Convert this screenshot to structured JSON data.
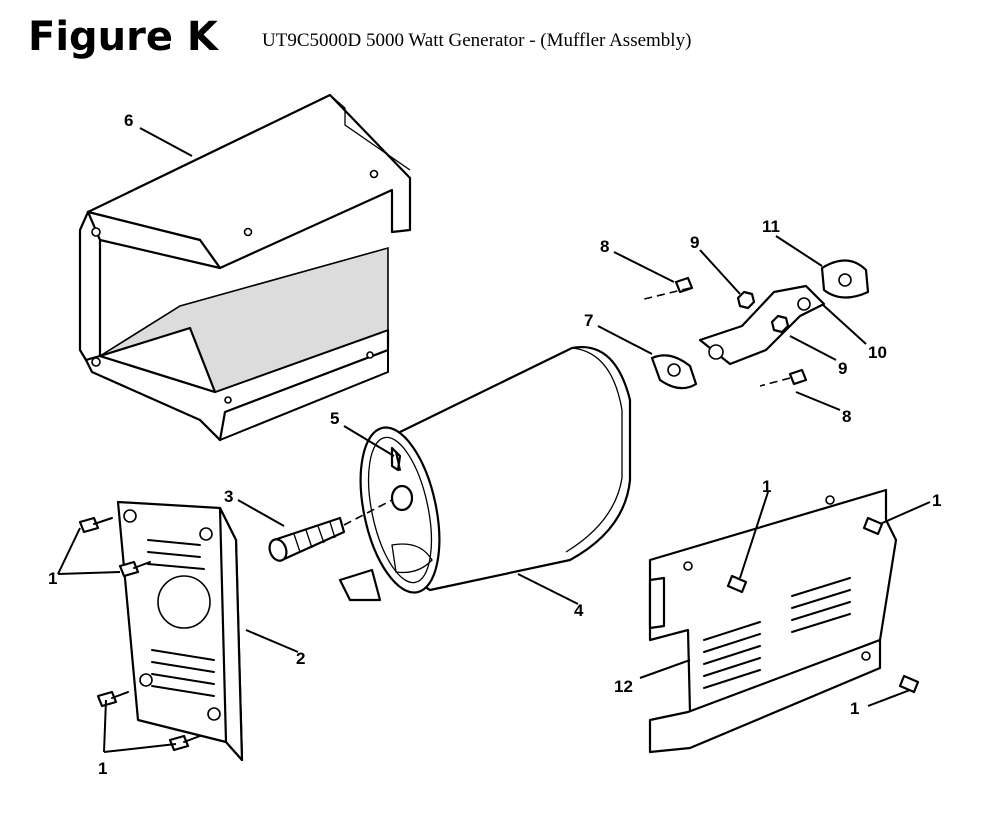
{
  "figure": {
    "label": "Figure K",
    "title": "UT9C5000D 5000 Watt Generator - (Muffler Assembly)"
  },
  "callouts": {
    "c6": "6",
    "c5": "5",
    "c3": "3",
    "c4": "4",
    "c2": "2",
    "c1_left_top": "1",
    "c1_left_bottom": "1",
    "c7": "7",
    "c8_top": "8",
    "c8_bottom": "8",
    "c9_top": "9",
    "c9_bottom": "9",
    "c10": "10",
    "c11": "11",
    "c12": "12",
    "c1_right_a": "1",
    "c1_right_b": "1",
    "c1_right_c": "1"
  }
}
